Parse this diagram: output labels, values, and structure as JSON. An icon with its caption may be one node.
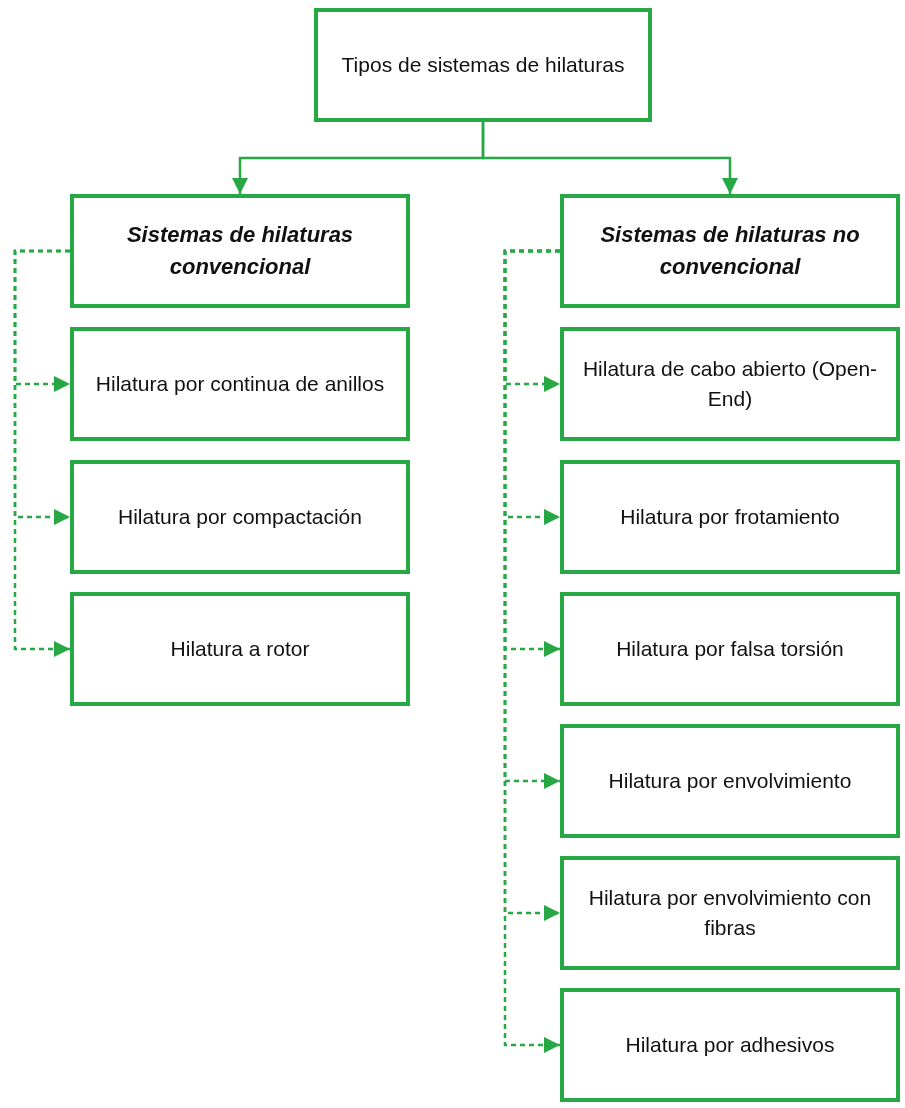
{
  "diagram": {
    "nodes": [
      {
        "text": [
          "Tipos de sistemas de hilaturas"
        ]
      },
      {
        "text": [
          "Sistemas de hilaturas convencional"
        ]
      },
      {
        "text": [
          "Hilatura por continua de anillos"
        ]
      },
      {
        "text": [
          "Hilatura por compactación"
        ]
      },
      {
        "text": [
          "Hilatura a rotor"
        ]
      },
      {
        "text": [
          "Sistemas de hilaturas no convencional"
        ]
      },
      {
        "text": [
          "Hilatura de cabo abierto (Open-End)"
        ]
      },
      {
        "text": [
          "Hilatura por frotamiento"
        ]
      },
      {
        "text": [
          "Hilatura por falsa torsión"
        ]
      },
      {
        "text": [
          "Hilatura por envolvimiento"
        ]
      },
      {
        "text": [
          "Hilatura por envolvimiento con fibras"
        ]
      },
      {
        "text": [
          "Hilatura por adhesivos"
        ]
      }
    ],
    "edges": [
      {
        "from": 0,
        "to": 1,
        "arrow": "to"
      },
      {
        "from": 0,
        "to": 5,
        "arrow": "to"
      },
      {
        "from": 1,
        "to": 2,
        "arrow": "to",
        "style": "dashed"
      },
      {
        "from": 1,
        "to": 3,
        "arrow": "to",
        "style": "dashed"
      },
      {
        "from": 1,
        "to": 4,
        "arrow": "to",
        "style": "dashed"
      },
      {
        "from": 5,
        "to": 6,
        "arrow": "to",
        "style": "dashed"
      },
      {
        "from": 5,
        "to": 7,
        "arrow": "to",
        "style": "dashed"
      },
      {
        "from": 5,
        "to": 8,
        "arrow": "to",
        "style": "dashed"
      },
      {
        "from": 5,
        "to": 9,
        "arrow": "to",
        "style": "dashed"
      },
      {
        "from": 5,
        "to": 10,
        "arrow": "to",
        "style": "dashed"
      },
      {
        "from": 5,
        "to": 11,
        "arrow": "to",
        "style": "dashed"
      }
    ]
  }
}
